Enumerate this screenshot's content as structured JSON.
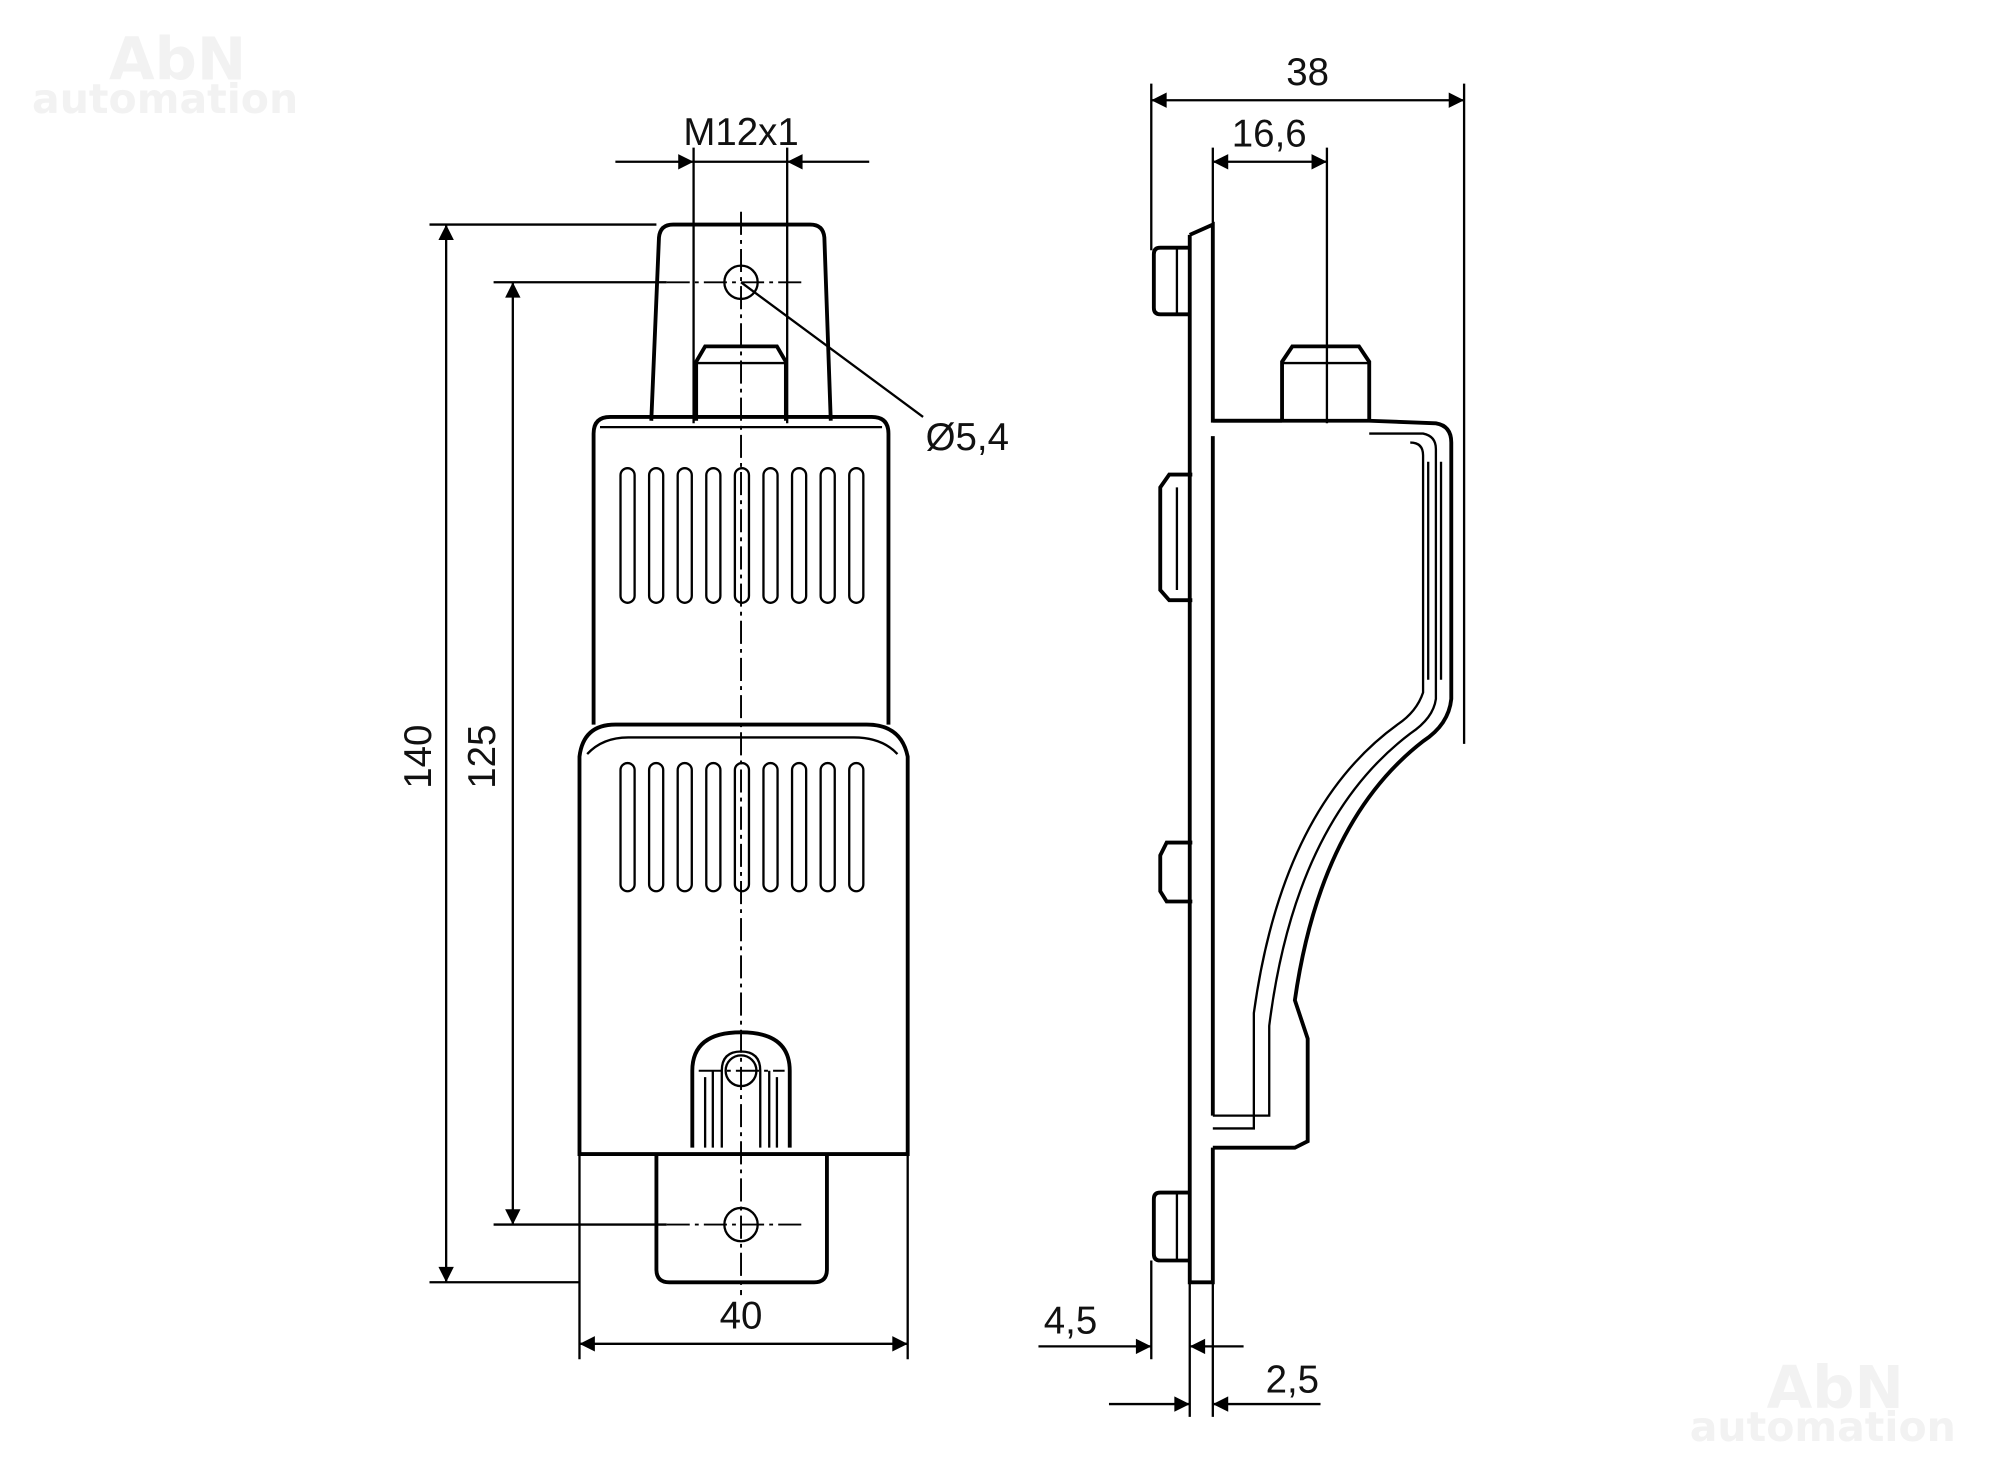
{
  "watermark": {
    "line1": "AbN",
    "line2": "automation"
  },
  "front_view": {
    "thread_label": "M12x1",
    "hole_label": "Ø5,4",
    "height_total": "140",
    "hole_spacing": "125",
    "width": "40"
  },
  "side_view": {
    "depth_total": "38",
    "connector_offset": "16,6",
    "stud_length": "4,5",
    "plate_thickness": "2,5"
  },
  "colors": {
    "line": "#000000",
    "watermark": "#f2f2f2"
  }
}
